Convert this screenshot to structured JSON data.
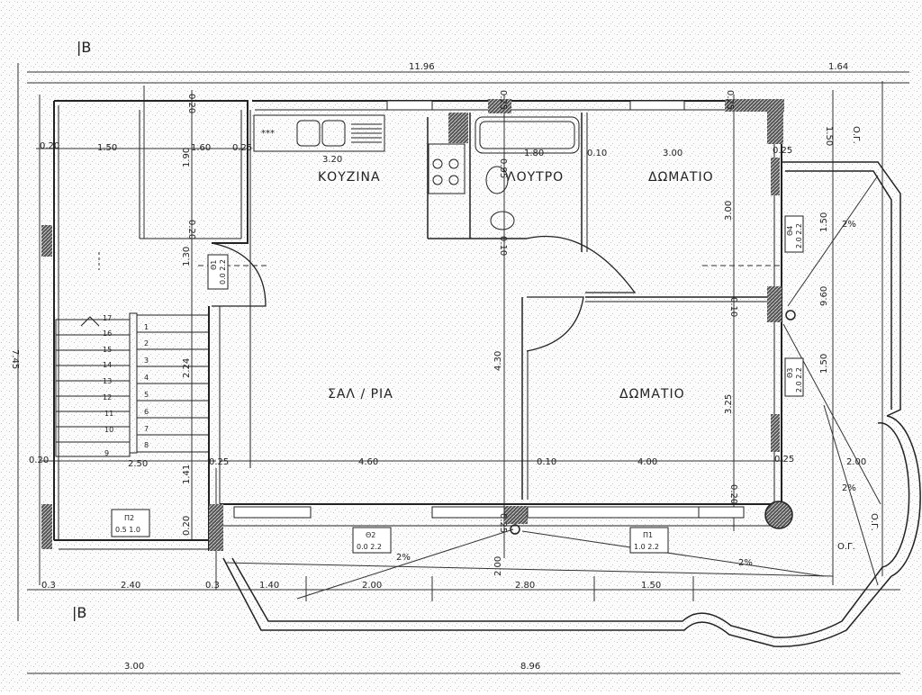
{
  "rooms": {
    "kitchen": "ΚΟΥΖΙΝΑ",
    "bath": "ΛΟΥΤΡΟ",
    "bedroom1": "ΔΩΜΑΤΙΟ",
    "living": "ΣΑΛ / ΡΙΑ",
    "bedroom2": "ΔΩΜΑΤΙΟ"
  },
  "section_marks": {
    "top": "|B",
    "bottom": "|B"
  },
  "kitchen_hob": "***",
  "dims": {
    "top_total": "11.96",
    "top_right": "1.64",
    "left_total": "7.45",
    "bottom_total": "8.96",
    "bottom_left": "3.00",
    "d_1_50_a": "1.50",
    "d_1_60": "1.60",
    "d_0_25_a": "0.25",
    "d_0_20_a": "0.20",
    "d_0_20_b": "0.20",
    "d_1_90": "1.90",
    "d_0_20_c": "0.20",
    "d_1_30": "1.30",
    "d_3_20": "3.20",
    "d_0_25_b": "0.25",
    "d_1_80": "1.80",
    "d_0_10_a": "0.10",
    "d_3_00_a": "3.00",
    "d_0_25_c": "0.25",
    "d_1_50_b": "1.50",
    "d_0_95": "0.95",
    "d_0_10_b": "0.10",
    "d_3_00_b": "3.00",
    "d_0_10_c": "0.10",
    "d_4_30": "4.30",
    "d_2_24": "2.24",
    "d_3_25": "3.25",
    "d_9_60": "9.60",
    "d_1_50_c": "1.50",
    "d_1_50_d": "1.50",
    "d_0_20_d": "0.20",
    "d_2_50": "2.50",
    "d_0_25_d": "0.25",
    "d_4_60": "4.60",
    "d_0_10_d": "0.10",
    "d_4_00": "4.00",
    "d_0_25_e": "0.25",
    "d_1_41": "1.41",
    "d_0_20_e": "0.20",
    "d_0_25_f": "0.25",
    "d_2_00_a": "2.00",
    "d_0_3": "0.3",
    "d_2_40": "2.40",
    "d_0_3b": "0.3",
    "d_1_40": "1.40",
    "d_2_00_b": "2.00",
    "d_2_80": "2.80",
    "d_1_50_e": "1.50",
    "d_2_00_c": "2.00",
    "d_0_25_g": "0.25",
    "d_0_20_f": "0.20"
  },
  "openings": {
    "w4_code": "Θ4",
    "w4_size": "2.0 2.2",
    "w3_code": "Θ3",
    "w3_size": "2.0 2.2",
    "d1_code": "Θ1",
    "d1_size": "0.0 2.2",
    "w2_code": "Θ2",
    "w2_size": "0.0 2.2",
    "p1_code": "Π1",
    "p1_size": "1.0 2.2",
    "p2_code": "Π2",
    "p2_size": "0.5 1.0"
  },
  "slopes": {
    "s1": "2%",
    "s2": "2%",
    "s3": "2%",
    "s4": "2%"
  },
  "og_marks": {
    "og1": "Ο.Γ.",
    "og2": "Ο.Γ.",
    "og3": "Ο.Γ."
  },
  "stairs": {
    "up_run": [
      "17",
      "16",
      "15",
      "14",
      "13",
      "12",
      "11",
      "10",
      "9"
    ],
    "down_run": [
      "1",
      "2",
      "3",
      "4",
      "5",
      "6",
      "7",
      "8"
    ]
  }
}
